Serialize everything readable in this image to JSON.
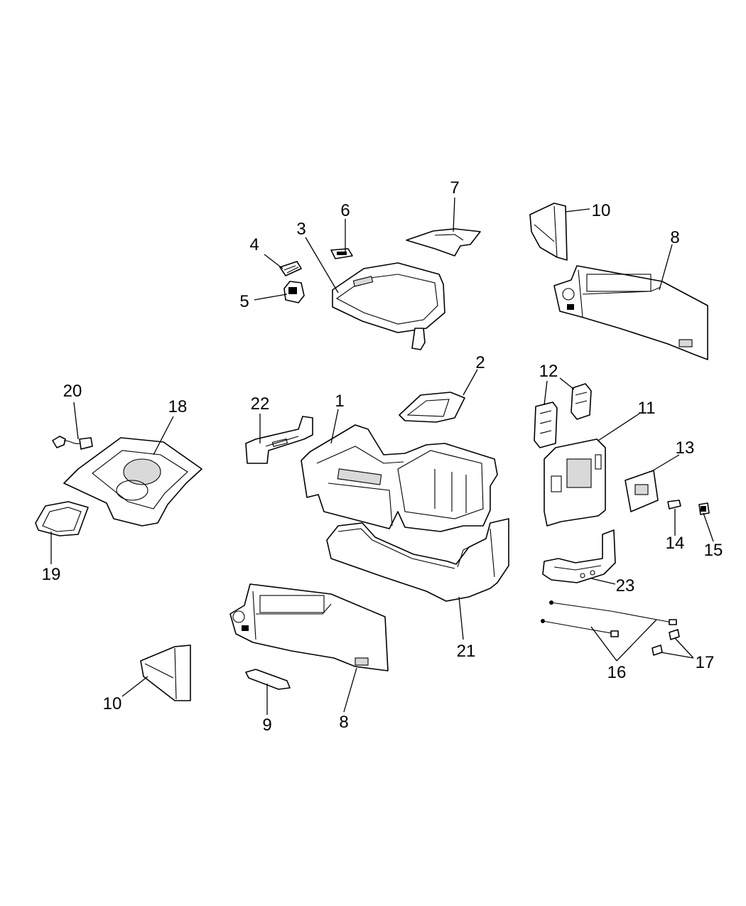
{
  "callouts": {
    "c1": "1",
    "c2": "2",
    "c3": "3",
    "c4": "4",
    "c5": "5",
    "c6": "6",
    "c7": "7",
    "c8a": "8",
    "c8b": "8",
    "c9": "9",
    "c10a": "10",
    "c10b": "10",
    "c11": "11",
    "c12": "12",
    "c13": "13",
    "c14": "14",
    "c15": "15",
    "c16": "16",
    "c17": "17",
    "c18": "18",
    "c19": "19",
    "c20": "20",
    "c21": "21",
    "c22": "22",
    "c23": "23"
  }
}
